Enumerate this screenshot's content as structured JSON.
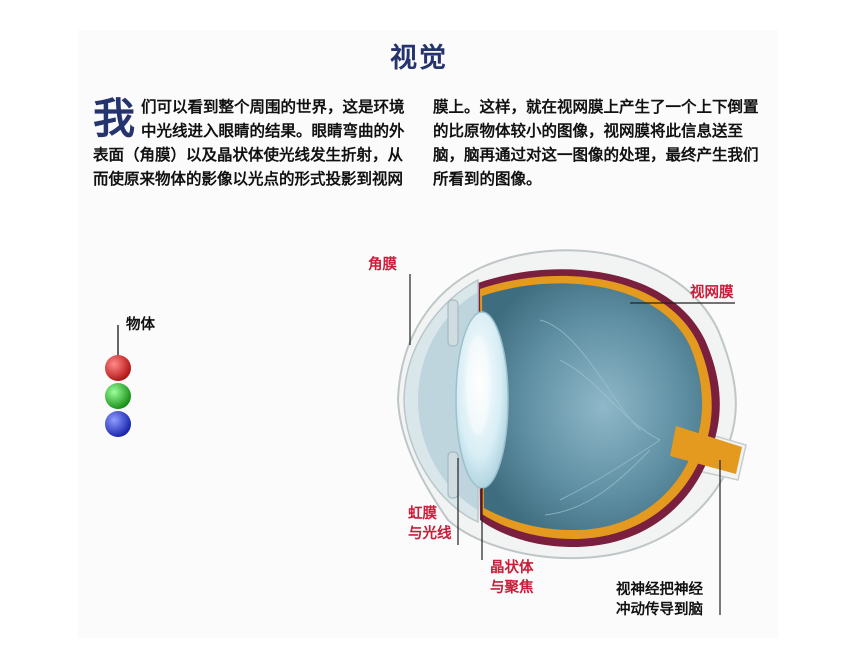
{
  "title": "视觉",
  "dropcap": "我",
  "paragraph_left": "们可以看到整个周围的世界，这是环境中光线进入眼睛的结果。眼睛弯曲的外表面（角膜）以及晶状体使光线发生折射，从而使原来物体的影像以光点的形式投影到视网",
  "paragraph_right": "膜上。这样，就在视网膜上产生了一个上下倒置的比原物体较小的图像，视网膜将此信息送至脑，脑再通过对这一图像的处理，最终产生我们所看到的图像。",
  "labels": {
    "object": "物体",
    "cornea": "角膜",
    "retina": "视网膜",
    "iris_line1": "虹膜",
    "iris_line2": "与光线",
    "lens_line1": "晶状体",
    "lens_line2": "与聚焦",
    "nerve_line1": "视神经把神经",
    "nerve_line2": "冲动传导到脑"
  },
  "colors": {
    "title": "#26346e",
    "label_red": "#c81e3a",
    "retina": "#e39a1e",
    "choroid": "#7a1f3d",
    "ball_red": "#d42020",
    "ball_green": "#22b022",
    "ball_blue": "#2233d0"
  }
}
